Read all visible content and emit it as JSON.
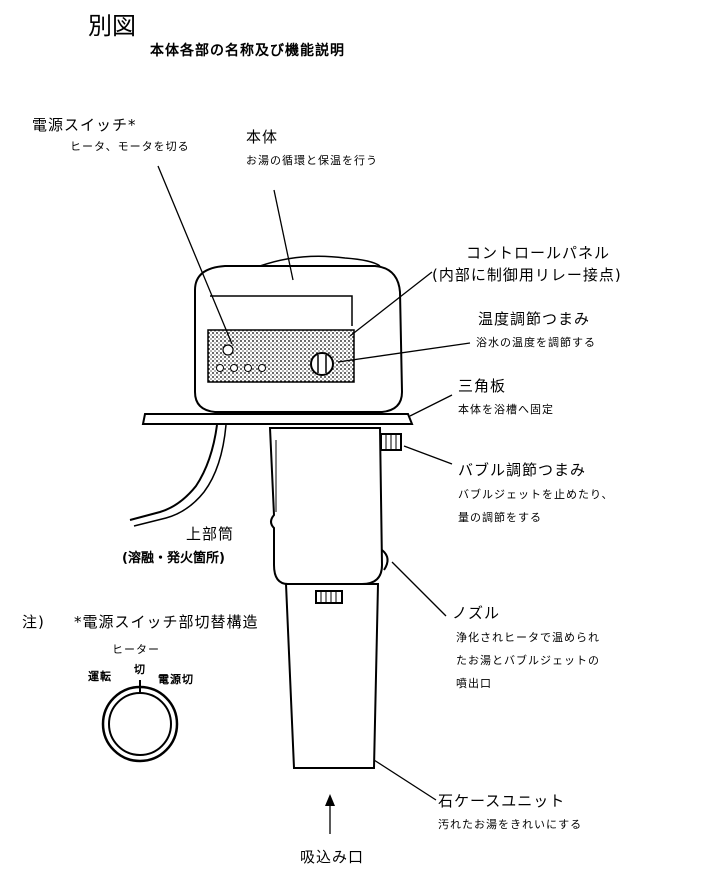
{
  "header": {
    "figure_label": "別図",
    "title": "本体各部の名称及び機能説明"
  },
  "labels": {
    "power_switch": {
      "name": "電源スイッチ*",
      "desc": "ヒータ、モータを切る"
    },
    "main_body": {
      "name": "本体",
      "desc": "お湯の循環と保温を行う"
    },
    "control_panel": {
      "name": "コントロールパネル",
      "desc": "(内部に制御用リレー接点)"
    },
    "temp_knob": {
      "name": "温度調節つまみ",
      "desc": "浴水の温度を調節する"
    },
    "triangle_plate": {
      "name": "三角板",
      "desc": "本体を浴槽へ固定"
    },
    "bubble_knob": {
      "name": "バブル調節つまみ",
      "desc_line1": "バブルジェットを止めたり、",
      "desc_line2": "量の調節をする"
    },
    "upper_tube": {
      "name": "上部筒",
      "desc": "(溶融・発火箇所)"
    },
    "nozzle": {
      "name": "ノズル",
      "desc_line1": "浄化されヒータで温められ",
      "desc_line2": "たお湯とバブルジェットの",
      "desc_line3": "噴出口"
    },
    "stone_case": {
      "name": "石ケースユニット",
      "desc": "汚れたお湯をきれいにする"
    },
    "intake": {
      "name": "吸込み口"
    }
  },
  "note": {
    "prefix": "注)",
    "title": "*電源スイッチ部切替構造",
    "heater": "ヒーター",
    "run": "運転",
    "off": "切",
    "power_off": "電源切"
  }
}
